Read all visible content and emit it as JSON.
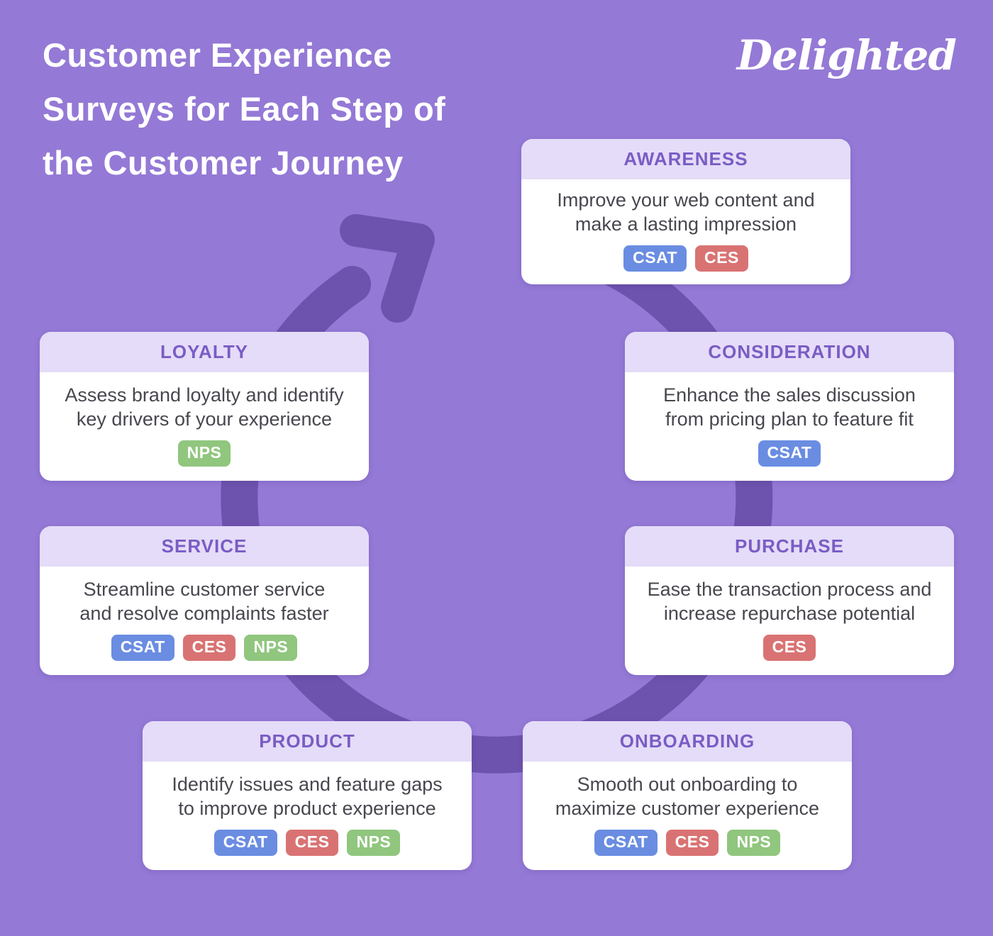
{
  "header": {
    "title_line1": "Customer Experience",
    "title_line2": "Surveys for Each Step of",
    "title_line3": "the Customer Journey",
    "logo": "Delighted"
  },
  "colors": {
    "background": "#9479d6",
    "cycle_arrow": "#6d53ae",
    "card_bg": "#ffffff",
    "card_header_bg": "#e4dcf8",
    "card_header_text": "#7a5cc4",
    "card_body_text": "#47474f"
  },
  "badges": {
    "CSAT": "#6a8de2",
    "CES": "#d97373",
    "NPS": "#90c67e"
  },
  "steps": [
    {
      "id": "awareness",
      "title": "AWARENESS",
      "description": "Improve your web content and\nmake a lasting impression",
      "badges": [
        "CSAT",
        "CES"
      ]
    },
    {
      "id": "consideration",
      "title": "CONSIDERATION",
      "description": "Enhance the sales discussion\nfrom pricing plan to feature fit",
      "badges": [
        "CSAT"
      ]
    },
    {
      "id": "purchase",
      "title": "PURCHASE",
      "description": "Ease the transaction process and\nincrease repurchase potential",
      "badges": [
        "CES"
      ]
    },
    {
      "id": "onboarding",
      "title": "ONBOARDING",
      "description": "Smooth out onboarding to\nmaximize customer experience",
      "badges": [
        "CSAT",
        "CES",
        "NPS"
      ]
    },
    {
      "id": "product",
      "title": "PRODUCT",
      "description": "Identify issues and feature gaps\nto improve product experience",
      "badges": [
        "CSAT",
        "CES",
        "NPS"
      ]
    },
    {
      "id": "service",
      "title": "SERVICE",
      "description": "Streamline customer service\nand resolve complaints faster",
      "badges": [
        "CSAT",
        "CES",
        "NPS"
      ]
    },
    {
      "id": "loyalty",
      "title": "LOYALTY",
      "description": "Assess brand loyalty and identify\nkey drivers of your experience",
      "badges": [
        "NPS"
      ]
    }
  ]
}
